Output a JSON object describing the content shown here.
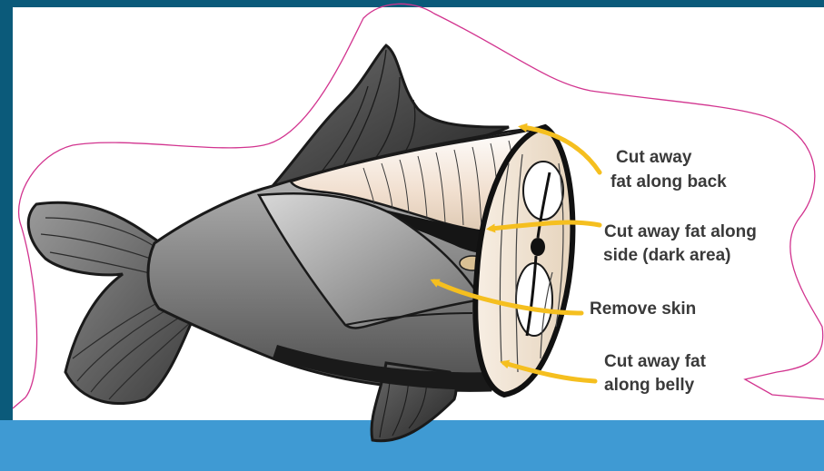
{
  "colors": {
    "frame": "#0b5a7a",
    "card": "#ffffff",
    "outline": "#d2348f",
    "water": "#3f9ad3",
    "arrow": "#f5bf1f",
    "label_text": "#3a3a3a"
  },
  "labels": {
    "back": [
      "Cut away",
      "fat along back"
    ],
    "side": [
      "Cut away fat along",
      "side (dark area)"
    ],
    "skin": [
      "Remove skin"
    ],
    "belly": [
      "Cut away fat",
      "along belly"
    ]
  }
}
